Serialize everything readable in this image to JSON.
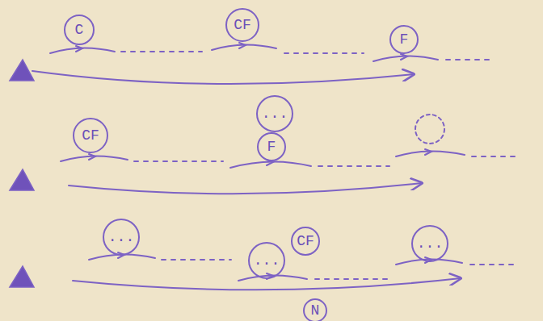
{
  "diagram": {
    "nodes": [
      {
        "text": [
          "C"
        ]
      },
      {
        "text": [
          "CF"
        ]
      },
      {
        "text": [
          "F"
        ]
      },
      {
        "text": [
          "CF"
        ]
      },
      {
        "text": [
          "..."
        ]
      },
      {
        "text": [
          "F"
        ]
      },
      {
        "text": [
          "..."
        ]
      },
      {
        "text": [
          "..."
        ]
      },
      {
        "text": [
          "CF"
        ]
      },
      {
        "text": [
          "..."
        ]
      },
      {
        "text": [
          "N"
        ]
      }
    ]
  }
}
